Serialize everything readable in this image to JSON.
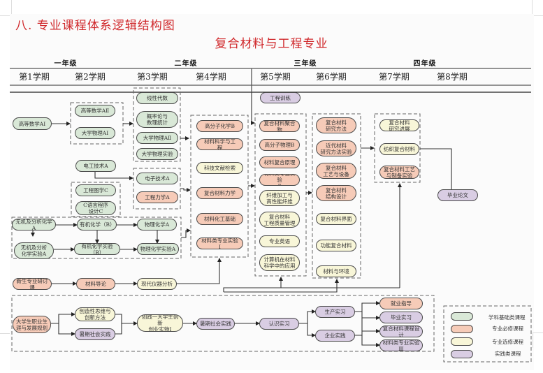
{
  "section_title": "八. 专业课程体系逻辑结构图",
  "diagram_title": "复合材料与工程专业",
  "category_colors": {
    "base": "#d9e8d7",
    "required": "#f6cbb8",
    "elective": "#f8f6d8",
    "practice": "#d9cde3",
    "title_red": "#d0282b"
  },
  "years": [
    "一年级",
    "二年级",
    "三年级",
    "四年级"
  ],
  "semesters": [
    "第1学期",
    "第2学期",
    "第3学期",
    "第4学期",
    "第5学期",
    "第6学期",
    "第7学期",
    "第8学期"
  ],
  "courses": {
    "gdsx1": {
      "label": "高等数学AⅠ",
      "category": "base"
    },
    "gdsx2": {
      "label": "高等数学AⅡ",
      "category": "base"
    },
    "dxwl1": {
      "label": "大学物理AⅠ",
      "category": "base"
    },
    "xxds": {
      "label": "线性代数",
      "category": "base"
    },
    "gll": {
      "label": "概率论与\n数理统计",
      "category": "base"
    },
    "dxwl2": {
      "label": "大学物理AⅡ",
      "category": "base"
    },
    "dxwlsy": {
      "label": "大学物理实验",
      "category": "base"
    },
    "dgjs": {
      "label": "电工技术A",
      "category": "base"
    },
    "dzjs": {
      "label": "电子技术A",
      "category": "base"
    },
    "gclx": {
      "label": "工程力学A",
      "category": "required"
    },
    "gctx": {
      "label": "工程图学C",
      "category": "base"
    },
    "cyy": {
      "label": "C语言程序\n设计C",
      "category": "base"
    },
    "wjfx": {
      "label": "无机及分析化学\nA",
      "category": "base"
    },
    "wjfxsy": {
      "label": "无机及分析\n化学实验A",
      "category": "base"
    },
    "yjhx": {
      "label": "有机化学（B）",
      "category": "base"
    },
    "yjhxsy": {
      "label": "有机化学实验\n（B）",
      "category": "base"
    },
    "wlhx": {
      "label": "物理化学A",
      "category": "base"
    },
    "wlhxsy": {
      "label": "物理化学实验A",
      "category": "base"
    },
    "gfzhx": {
      "label": "高分子化学B",
      "category": "required"
    },
    "clkx": {
      "label": "材料科学与工\n程",
      "category": "required"
    },
    "kjwx": {
      "label": "科技文献检索",
      "category": "elective"
    },
    "fhclx": {
      "label": "复合材料力学",
      "category": "required"
    },
    "clhg": {
      "label": "材料化工基础",
      "category": "required"
    },
    "clsy1": {
      "label": "材料类专业实验\nⅠ",
      "category": "required"
    },
    "gcxl": {
      "label": "工程训练",
      "category": "practice"
    },
    "fhjh": {
      "label": "复合材料聚合\n物",
      "category": "required"
    },
    "gfzwl": {
      "label": "高分子物理B",
      "category": "required"
    },
    "clfh": {
      "label": "材料复合原理",
      "category": "required"
    },
    "clsy2": {
      "label": "材料类专业实验\nⅡ",
      "category": "required"
    },
    "xwjg": {
      "label": "纤维加工与\n高性能纤维",
      "category": "elective"
    },
    "fhzl": {
      "label": "复合材料\n工程质量管理",
      "category": "elective"
    },
    "zyyy": {
      "label": "专业英语",
      "category": "elective"
    },
    "jsj": {
      "label": "计算机在材料\n科学中的应用",
      "category": "elective"
    },
    "fhyj": {
      "label": "复合材料\n研究方法",
      "category": "required"
    },
    "jdcl": {
      "label": "近代材料\n研究方法实验",
      "category": "required"
    },
    "fhgy": {
      "label": "复合材料\n工艺与设备",
      "category": "required"
    },
    "fhjg": {
      "label": "复合材料\n结构设计",
      "category": "required"
    },
    "fhjm": {
      "label": "复合材料界面",
      "category": "elective"
    },
    "gnfh": {
      "label": "功能复合材料",
      "category": "elective"
    },
    "clhj": {
      "label": "材料与环境",
      "category": "elective"
    },
    "fhjz": {
      "label": "复合材料\n研究进展",
      "category": "elective"
    },
    "fzfh": {
      "label": "纺织复合材料",
      "category": "elective"
    },
    "fhsy": {
      "label": "复合材料工艺\n与制备实验",
      "category": "required"
    },
    "byl": {
      "label": "毕业论文",
      "category": "practice"
    },
    "xsyt": {
      "label": "新生专业研讨\n课",
      "category": "required"
    },
    "cldl": {
      "label": "材料导论",
      "category": "required"
    },
    "xdyq": {
      "label": "现代仪器分析",
      "category": "elective"
    },
    "zygh": {
      "label": "大学生职业生\n涯与发展规划",
      "category": "required"
    },
    "czsw": {
      "label": "创造性思维与\n创新方法",
      "category": "elective"
    },
    "sqsj1": {
      "label": "暑期社会实践",
      "category": "practice"
    },
    "cjsw": {
      "label": "创践一大学生创新\n创业实物Ⅰ",
      "category": "elective"
    },
    "sqsj2": {
      "label": "暑期社会实践",
      "category": "practice"
    },
    "rssx": {
      "label": "认识实习",
      "category": "practice"
    },
    "scsx": {
      "label": "生产实习",
      "category": "practice"
    },
    "qysj": {
      "label": "企业实践",
      "category": "practice"
    },
    "jyzd": {
      "label": "就业指导",
      "category": "required"
    },
    "bysx": {
      "label": "毕业实习",
      "category": "practice"
    },
    "kcsj": {
      "label": "复合材料课程设\n计",
      "category": "practice"
    },
    "clsy3": {
      "label": "材料类专业实验\nⅢ",
      "category": "practice"
    }
  },
  "legend": [
    {
      "label": "学科基础类课程",
      "category": "base"
    },
    {
      "label": "专业必修课程",
      "category": "required"
    },
    {
      "label": "专业选修课程",
      "category": "elective"
    },
    {
      "label": "实践类课程",
      "category": "practice"
    }
  ]
}
